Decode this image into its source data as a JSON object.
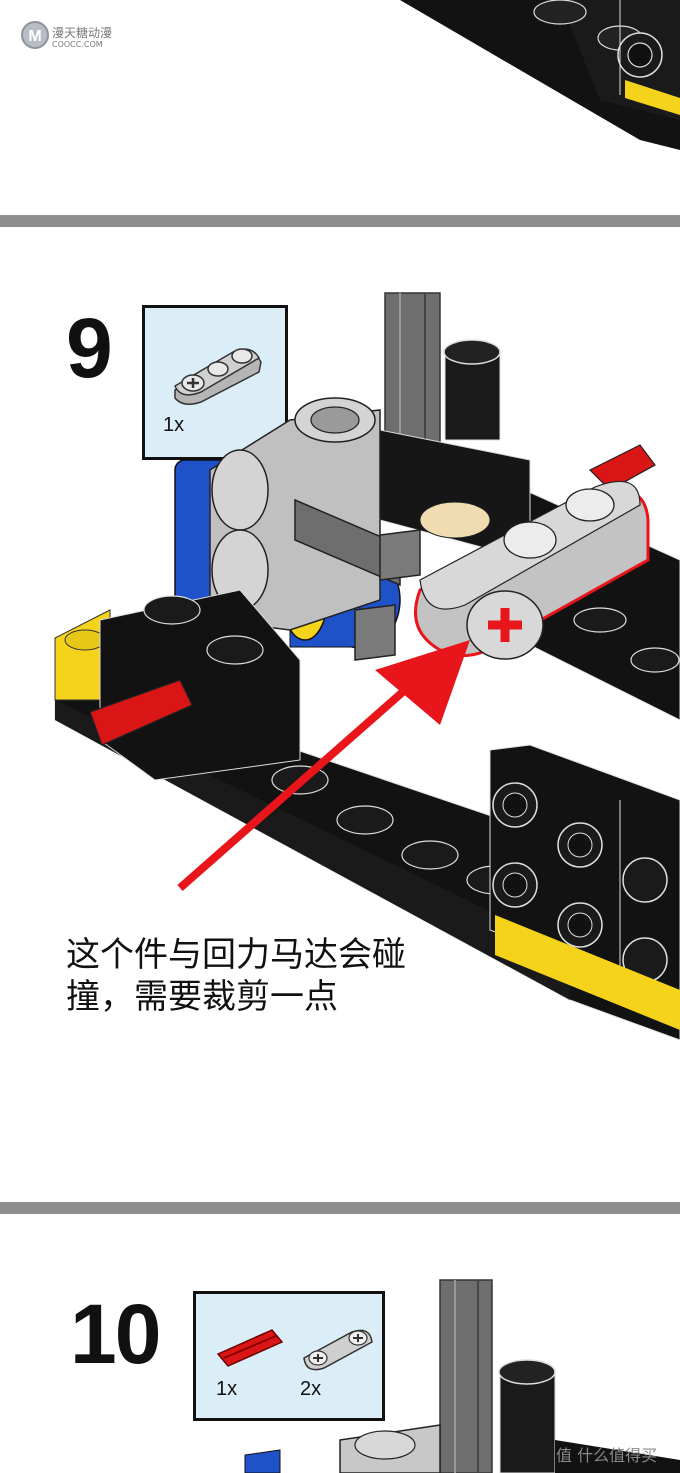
{
  "watermark_top": {
    "logo_letter": "M",
    "site_name": "漫天糖动漫",
    "site_url": "COOCC.COM"
  },
  "watermark_bottom": {
    "text": "值 什么值得买"
  },
  "steps": [
    {
      "number": "9",
      "parts": [
        {
          "name": "technic-liftarm-1x3-thick",
          "qty": "1x"
        }
      ],
      "note_lines": [
        "这个件与回力马达会碰",
        "撞，需要裁剪一点"
      ]
    },
    {
      "number": "10",
      "parts": [
        {
          "name": "technic-axle-2-notched",
          "qty": "1x"
        },
        {
          "name": "technic-liftarm-1x3",
          "qty": "2x"
        }
      ]
    }
  ],
  "colors": {
    "divider": "#8e8e8e",
    "partbox_bg": "#dbeef7",
    "arrow": "#e8161b",
    "brick_black": "#121212",
    "liftarm_gray": "#c3c3c3",
    "axle_red": "#d91515",
    "motor_blue": "#1f52c8",
    "accent_yellow": "#f5d31a"
  }
}
